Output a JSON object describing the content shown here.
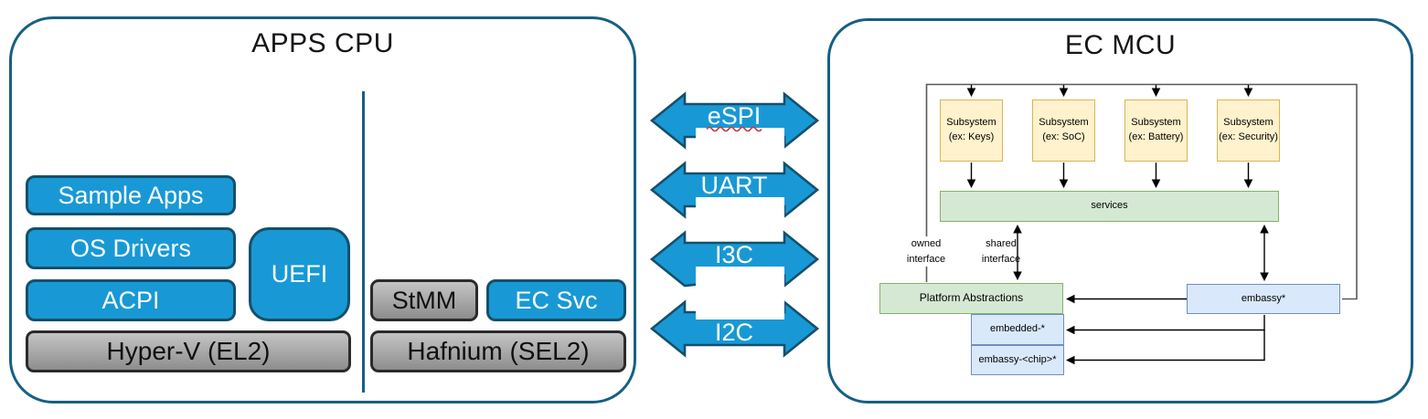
{
  "colors": {
    "container_border": "#156082",
    "box_blue": "#1899D5",
    "box_blue_border": "#14506C",
    "yellow_fill": "#FFF2CC",
    "yellow_border": "#D6B656",
    "green_fill": "#D5E8D4",
    "green_border": "#82B366",
    "pale_blue_fill": "#DAE8FC",
    "pale_blue_border": "#6C8EBF",
    "frame_line": "#595959",
    "spellcheck_red": "#D13438"
  },
  "apps_cpu": {
    "title": "APPS CPU",
    "sample_apps": "Sample Apps",
    "os_drivers": "OS Drivers",
    "acpi": "ACPI",
    "uefi": "UEFI",
    "hypervisor": "Hyper-V (EL2)",
    "stmm": "StMM",
    "ec_svc": "EC Svc",
    "hafnium": "Hafnium (SEL2)"
  },
  "buses": {
    "espi": "eSPI",
    "uart": "UART",
    "i3c": "I3C",
    "i2c": "I2C"
  },
  "ec_mcu": {
    "title": "EC MCU",
    "subsystems": [
      {
        "line1": "Subsystem",
        "line2": "(ex: Keys)"
      },
      {
        "line1": "Subsystem",
        "line2": "(ex: SoC)"
      },
      {
        "line1": "Subsystem",
        "line2": "(ex: Battery)"
      },
      {
        "line1": "Subsystem",
        "line2": "(ex: Security)"
      }
    ],
    "services": "services",
    "platform_abstractions": "Platform Abstractions",
    "embassy": "embassy*",
    "embedded": "embedded-*",
    "embassy_chip": "embassy-<chip>*",
    "owned_interface": {
      "line1": "owned",
      "line2": "interface"
    },
    "shared_interface": {
      "line1": "shared",
      "line2": "interface"
    }
  }
}
